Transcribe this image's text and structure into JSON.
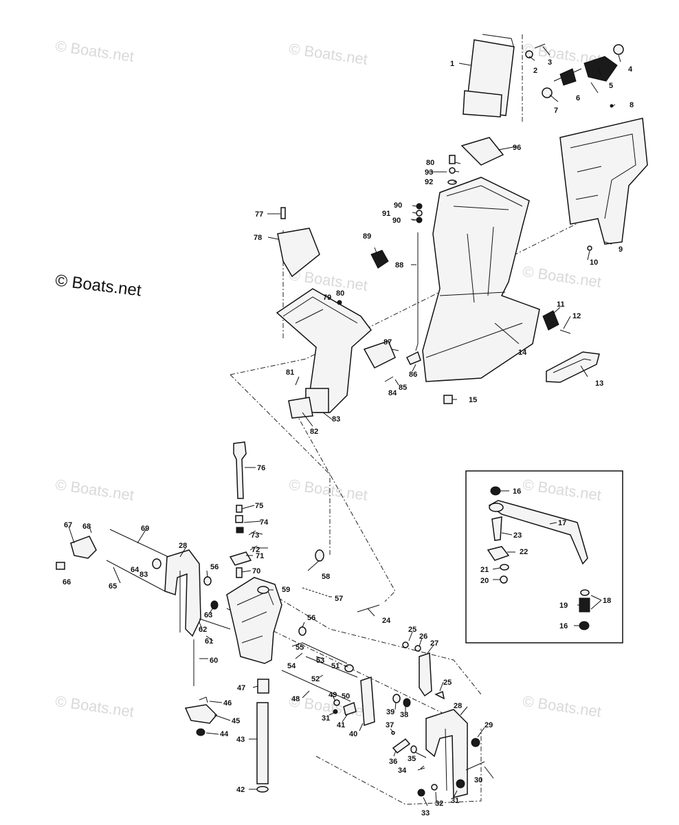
{
  "watermark": {
    "text": "© Boats.net",
    "copyright": "© Boats.net"
  },
  "callouts": {
    "c1": "1",
    "c2": "2",
    "c3": "3",
    "c4": "4",
    "c5": "5",
    "c6": "6",
    "c7": "7",
    "c8": "8",
    "c9": "9",
    "c10": "10",
    "c11": "11",
    "c12": "12",
    "c13": "13",
    "c14": "14",
    "c15": "15",
    "c16a": "16",
    "c16b": "16",
    "c17": "17",
    "c18": "18",
    "c19": "19",
    "c20": "20",
    "c21": "21",
    "c22": "22",
    "c23": "23",
    "c24": "24",
    "c25a": "25",
    "c25b": "25",
    "c26": "26",
    "c27": "27",
    "c28a": "28",
    "c28b": "28",
    "c29": "29",
    "c30": "30",
    "c31a": "31",
    "c31b": "31",
    "c32": "32",
    "c33": "33",
    "c34": "34",
    "c35": "35",
    "c36": "36",
    "c37": "37",
    "c38": "38",
    "c39": "39",
    "c40": "40",
    "c41": "41",
    "c42": "42",
    "c43": "43",
    "c44": "44",
    "c45": "45",
    "c46": "46",
    "c47": "47",
    "c48": "48",
    "c49": "49",
    "c50": "50",
    "c51": "51",
    "c52": "52",
    "c53": "53",
    "c54": "54",
    "c55": "55",
    "c56a": "56",
    "c56b": "56",
    "c57": "57",
    "c58": "58",
    "c59": "59",
    "c60": "60",
    "c61": "61",
    "c62": "62",
    "c63": "63",
    "c64": "64",
    "c65": "65",
    "c66": "66",
    "c67": "67",
    "c68": "68",
    "c69": "69",
    "c70": "70",
    "c71": "71",
    "c72": "72",
    "c73": "73",
    "c74": "74",
    "c75": "75",
    "c76": "76",
    "c77": "77",
    "c78": "78",
    "c79": "79",
    "c80a": "80",
    "c80b": "80",
    "c81": "81",
    "c82": "82",
    "c83a": "83",
    "c83b": "83",
    "c84": "84",
    "c85": "85",
    "c86": "86",
    "c87": "87",
    "c88": "88",
    "c89": "89",
    "c90a": "90",
    "c90b": "90",
    "c91": "91",
    "c92": "92",
    "c93": "93",
    "c96": "96"
  }
}
